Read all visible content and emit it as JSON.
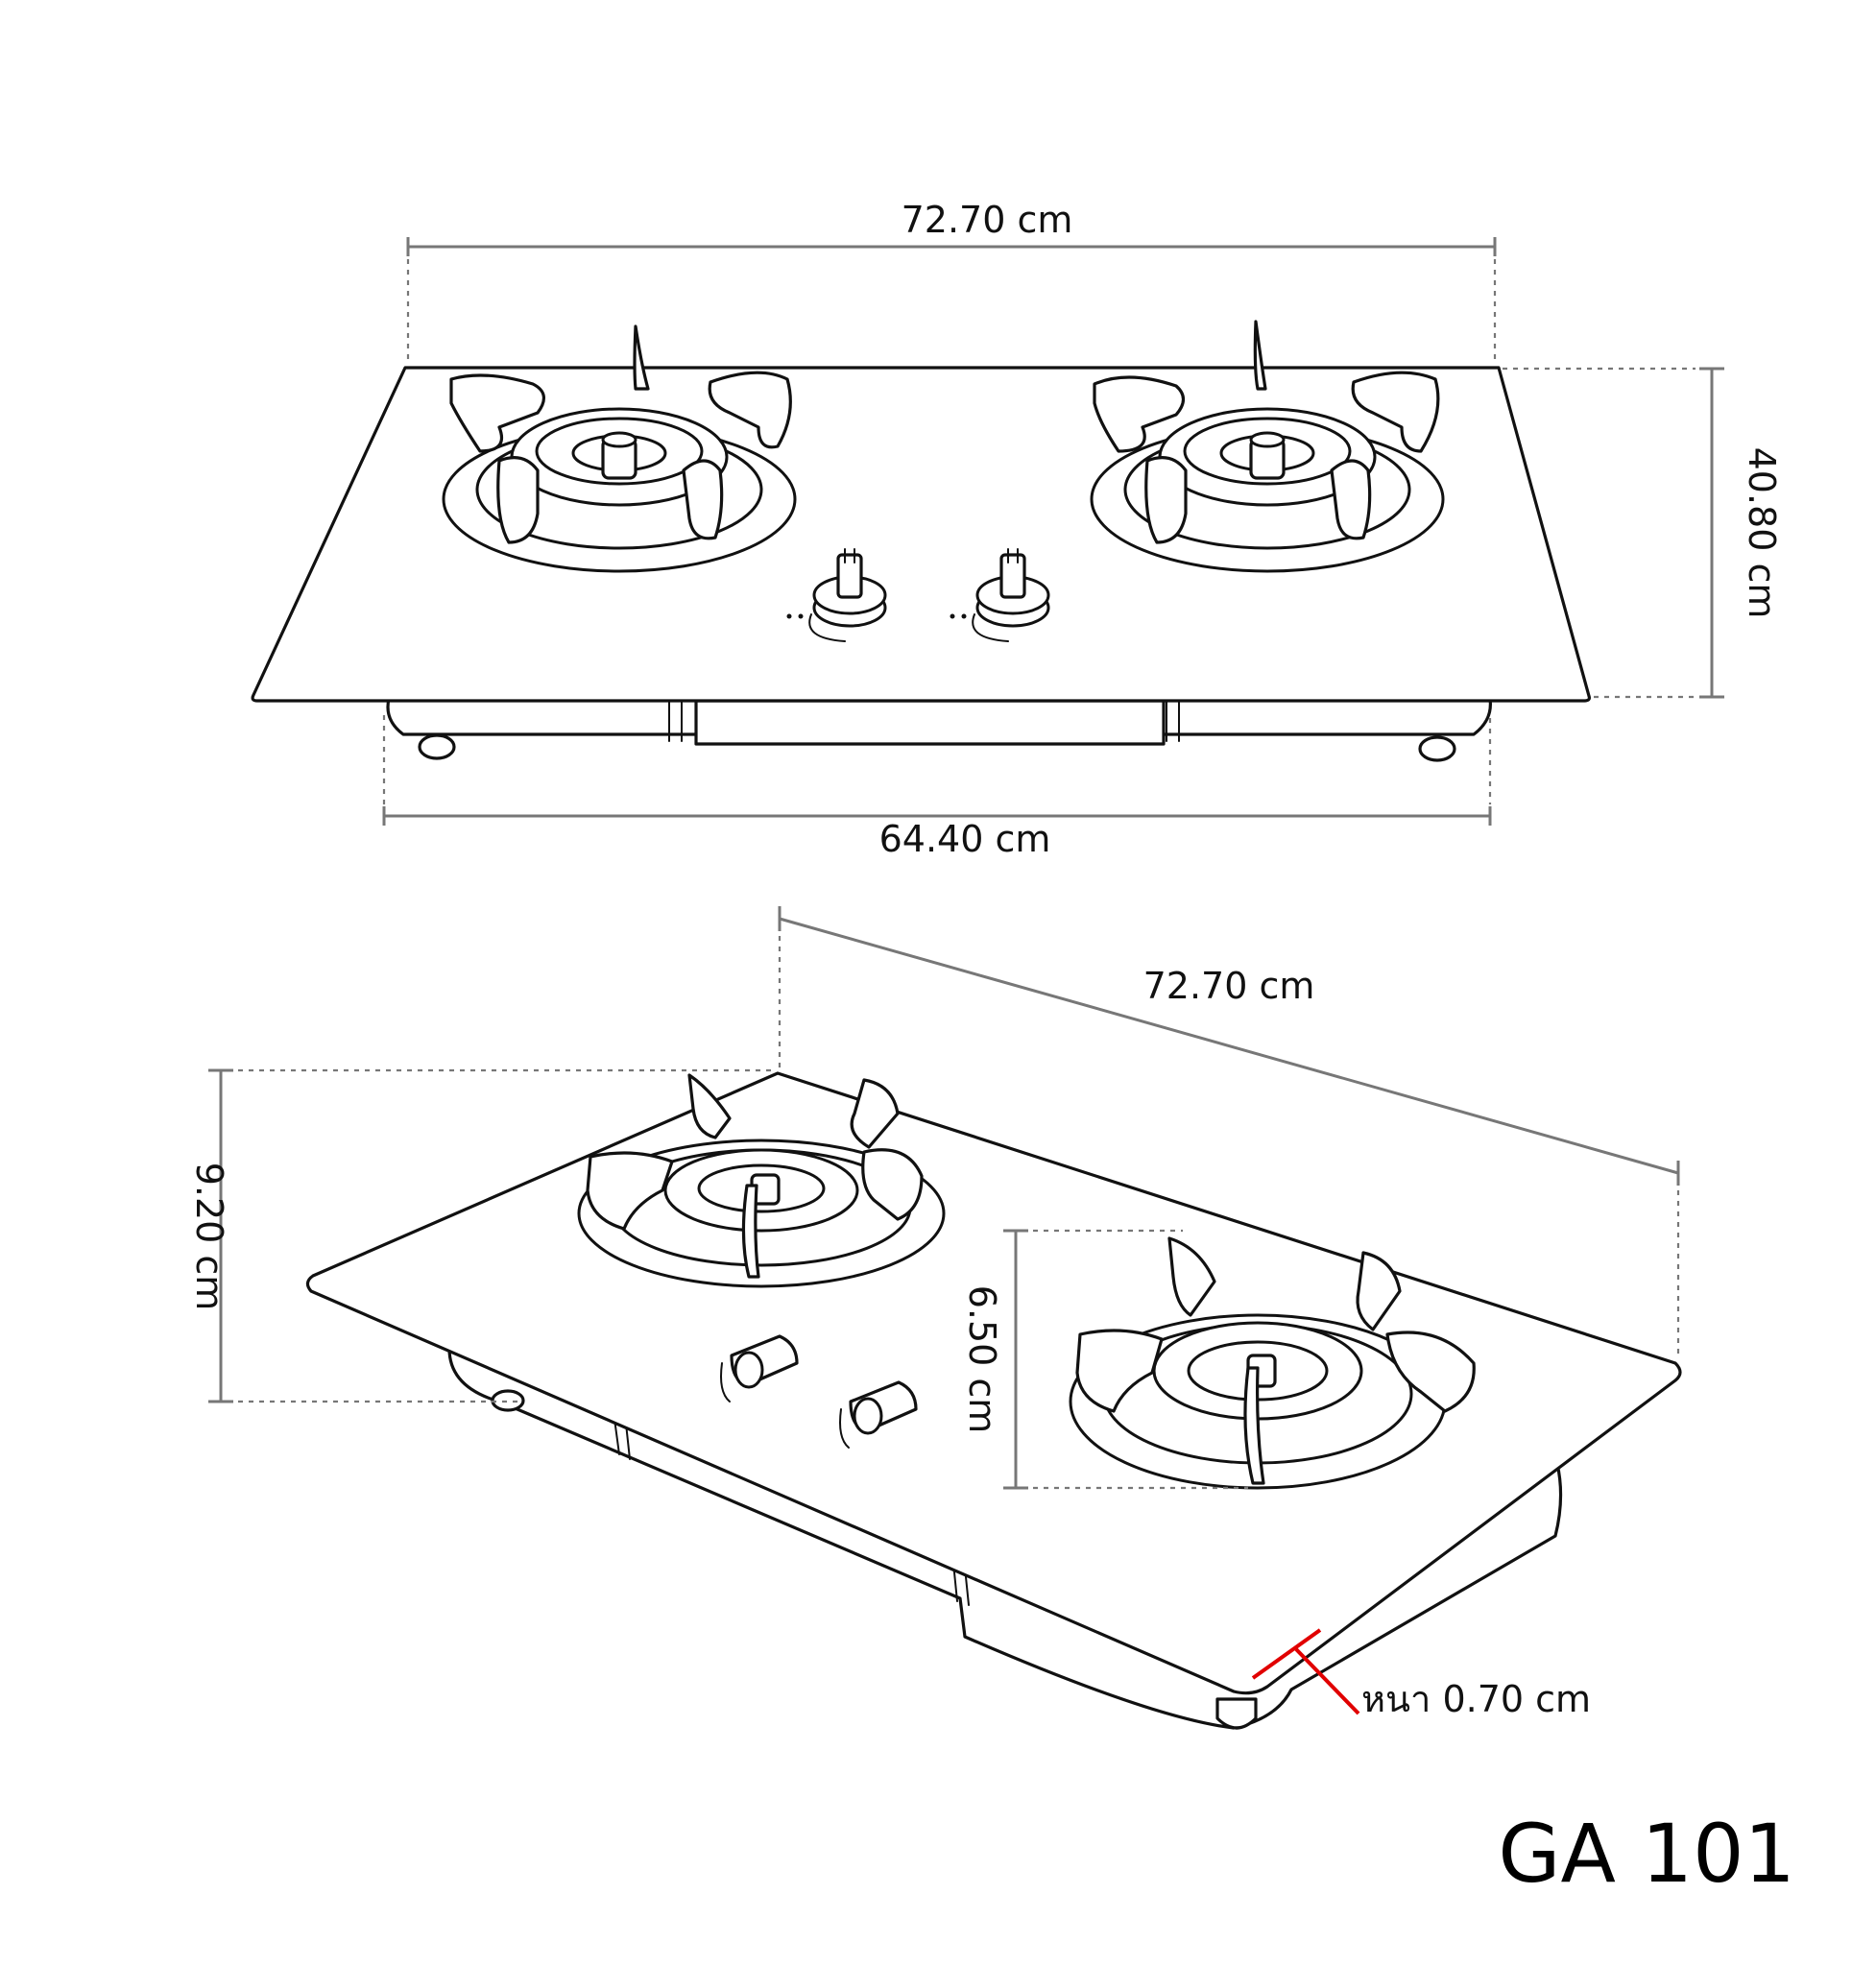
{
  "front_view": {
    "top_width_label": "72.70 cm",
    "height_label": "40.80 cm",
    "bottom_width_label": "64.40 cm"
  },
  "perspective_view": {
    "length_label": "72.70 cm",
    "height_label": "9.20 cm",
    "burner_depth_label": "6.50 cm",
    "glass_thickness_label": "หนา 0.70 cm"
  },
  "model_label": "GA 101",
  "colors": {
    "line": "#111111",
    "dimension": "#777777",
    "thickness_accent": "#e10000"
  }
}
